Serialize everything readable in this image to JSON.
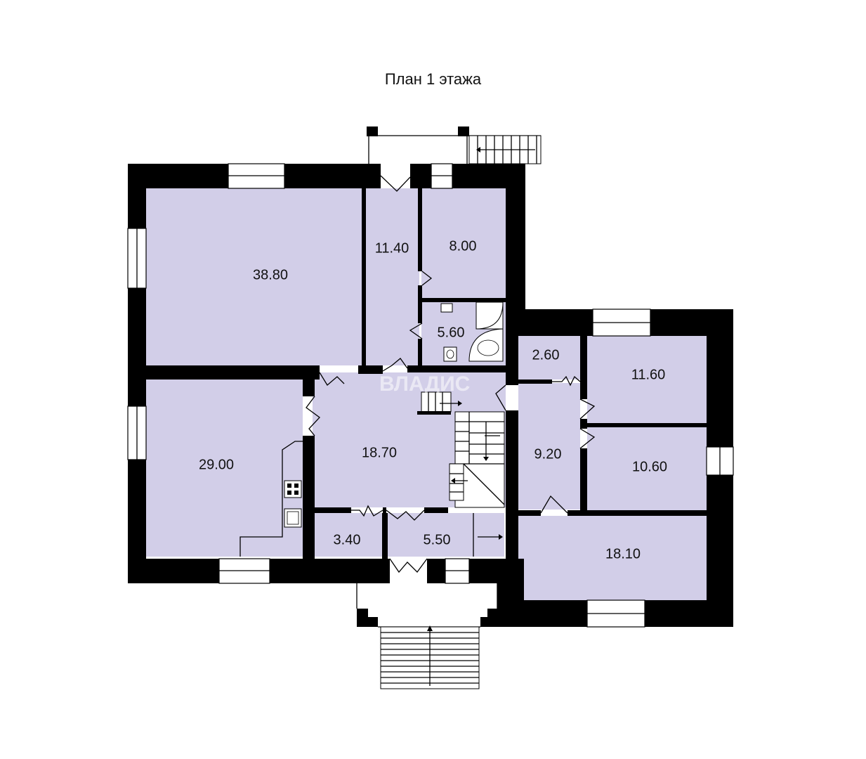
{
  "title": "План 1 этажа",
  "watermark": "ВЛАДИС",
  "colors": {
    "room": "#d2cee8",
    "wall": "#000000"
  },
  "rooms": {
    "r1": {
      "area": "38.80"
    },
    "r2": {
      "area": "11.40"
    },
    "r3": {
      "area": "8.00"
    },
    "r4": {
      "area": "5.60"
    },
    "r5": {
      "area": "29.00"
    },
    "r6": {
      "area": "18.70"
    },
    "r7": {
      "area": "2.60"
    },
    "r8": {
      "area": "11.60"
    },
    "r9": {
      "area": "9.20"
    },
    "r10": {
      "area": "10.60"
    },
    "r11": {
      "area": "3.40"
    },
    "r12": {
      "area": "5.50"
    },
    "r13": {
      "area": "18.10"
    }
  }
}
